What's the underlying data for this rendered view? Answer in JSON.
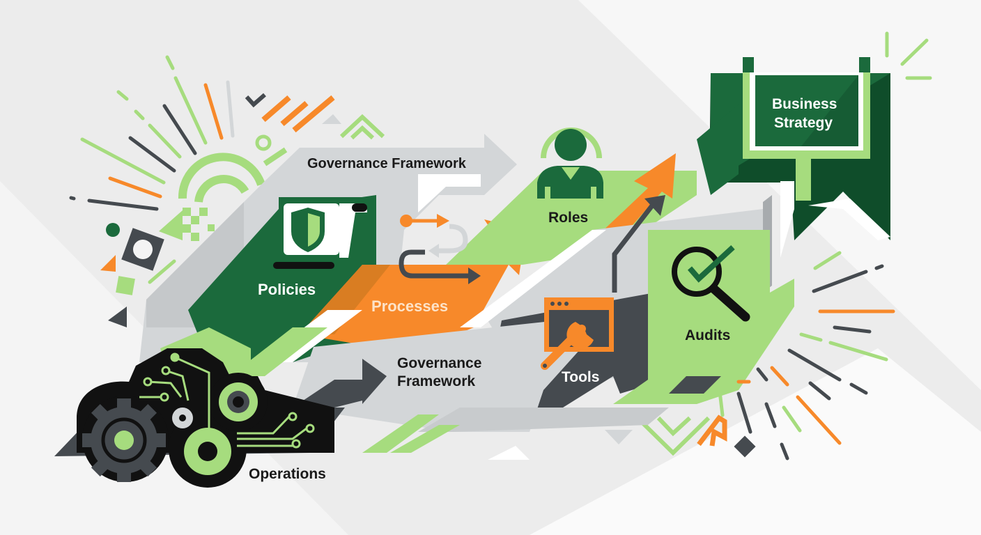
{
  "diagram": {
    "title": "Governance Framework",
    "colors": {
      "dark_green": "#1b6a3c",
      "deep_green": "#0f4d2a",
      "light_green": "#a6dc7e",
      "orange": "#f7892a",
      "dark_gray": "#454a4f",
      "light_gray": "#d3d6d8",
      "black": "#111111",
      "white": "#ffffff",
      "background": "#f4f4f4"
    },
    "nodes": [
      {
        "id": "governance-framework-top",
        "label": "Governance Framework",
        "icon": "arrow-banner"
      },
      {
        "id": "policies",
        "label": "Policies",
        "icon": "shield-document-icon"
      },
      {
        "id": "processes",
        "label": "Processes",
        "icon": "flow-arrows-icon"
      },
      {
        "id": "roles",
        "label": "Roles",
        "icon": "person-icon"
      },
      {
        "id": "business-strategy",
        "label_line1": "Business",
        "label_line2": "Strategy",
        "icon": "signboard-flag"
      },
      {
        "id": "tools",
        "label": "Tools",
        "icon": "wrench-window-icon"
      },
      {
        "id": "audits",
        "label": "Audits",
        "icon": "magnifier-check-icon"
      },
      {
        "id": "governance-framework-bottom",
        "label_line1": "Governance",
        "label_line2": "Framework",
        "icon": "arrow-banner"
      },
      {
        "id": "operations",
        "label": "Operations",
        "icon": "gears-circuit-icon"
      }
    ]
  }
}
